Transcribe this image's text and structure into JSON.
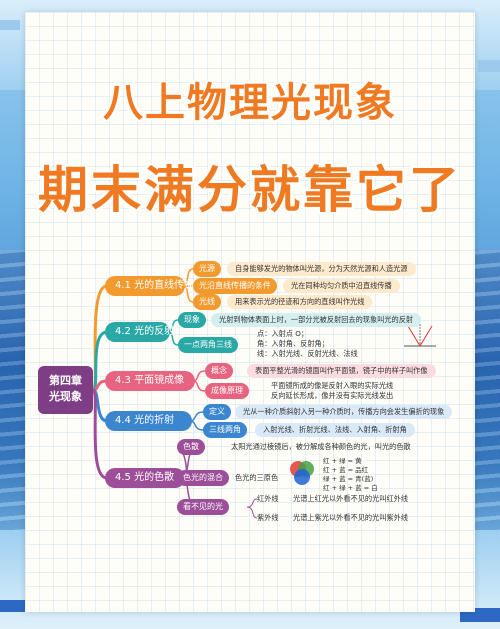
{
  "title_line1": "八上物理光现象",
  "title_line2": "期末满分就靠它了",
  "root": {
    "line1": "第四章",
    "line2": "光现象"
  },
  "branches": [
    {
      "label": "4.1 光的直线传播",
      "subs": [
        {
          "label": "光源",
          "text": "自身能够发光的物体叫光源，分为天然光源和人造光源"
        },
        {
          "label": "光沿直线传播的条件",
          "text": "光在同种均匀介质中沿直线传播"
        },
        {
          "label": "光线",
          "text": "用来表示光的径迹和方向的直线叫作光线"
        }
      ]
    },
    {
      "label": "4.2 光的反射",
      "subs": [
        {
          "label": "现象",
          "text": "光射到物体表面上时，一部分光被反射回去的现象叫光的反射"
        },
        {
          "label": "一点两角三线",
          "lines": [
            "点：入射点 O；",
            "角：入射角、反射角；",
            "线：入射光线、反射光线、法线"
          ]
        }
      ]
    },
    {
      "label": "4.3 平面镜成像",
      "subs": [
        {
          "label": "概念",
          "text": "表面平整光滑的镜面叫作平面镜，镜子中的样子叫作像"
        },
        {
          "label": "成像原理",
          "lines": [
            "平面镜所成的像是反射入眼的实际光线",
            "反向延长形成，像并没有实际光线发出"
          ]
        }
      ]
    },
    {
      "label": "4.4 光的折射",
      "subs": [
        {
          "label": "定义",
          "text": "光从一种介质斜射入另一种介质时，传播方向会发生偏折的现象"
        },
        {
          "label": "三线两角",
          "text": "入射光线、折射光线、法线、入射角、折射角"
        }
      ]
    },
    {
      "label": "4.5 光的色散",
      "subs": [
        {
          "label": "色散",
          "text": "太阳光通过棱镜后，被分解成各种颜色的光，叫光的色散"
        },
        {
          "label": "色光的混合",
          "text": "色光的三原色",
          "mix": [
            "红 + 绿 = 黄",
            "红 + 蓝 = 品红",
            "绿 + 蓝 = 青(蓝)",
            "红 + 绿 + 蓝 = 白"
          ]
        },
        {
          "label": "看不见的光",
          "items": [
            {
              "name": "红外线",
              "text": "光谱上红光以外看不见的光叫红外线"
            },
            {
              "name": "紫外线",
              "text": "光谱上紫光以外看不见的光叫紫外线"
            }
          ]
        }
      ]
    }
  ],
  "colors": {
    "title": "#f07a22",
    "root": "#7d3e86",
    "b1": "#f29a2e",
    "b2": "#2aa8a6",
    "b3": "#e8637f",
    "b4": "#3b86cf",
    "b5": "#9c4f98"
  }
}
